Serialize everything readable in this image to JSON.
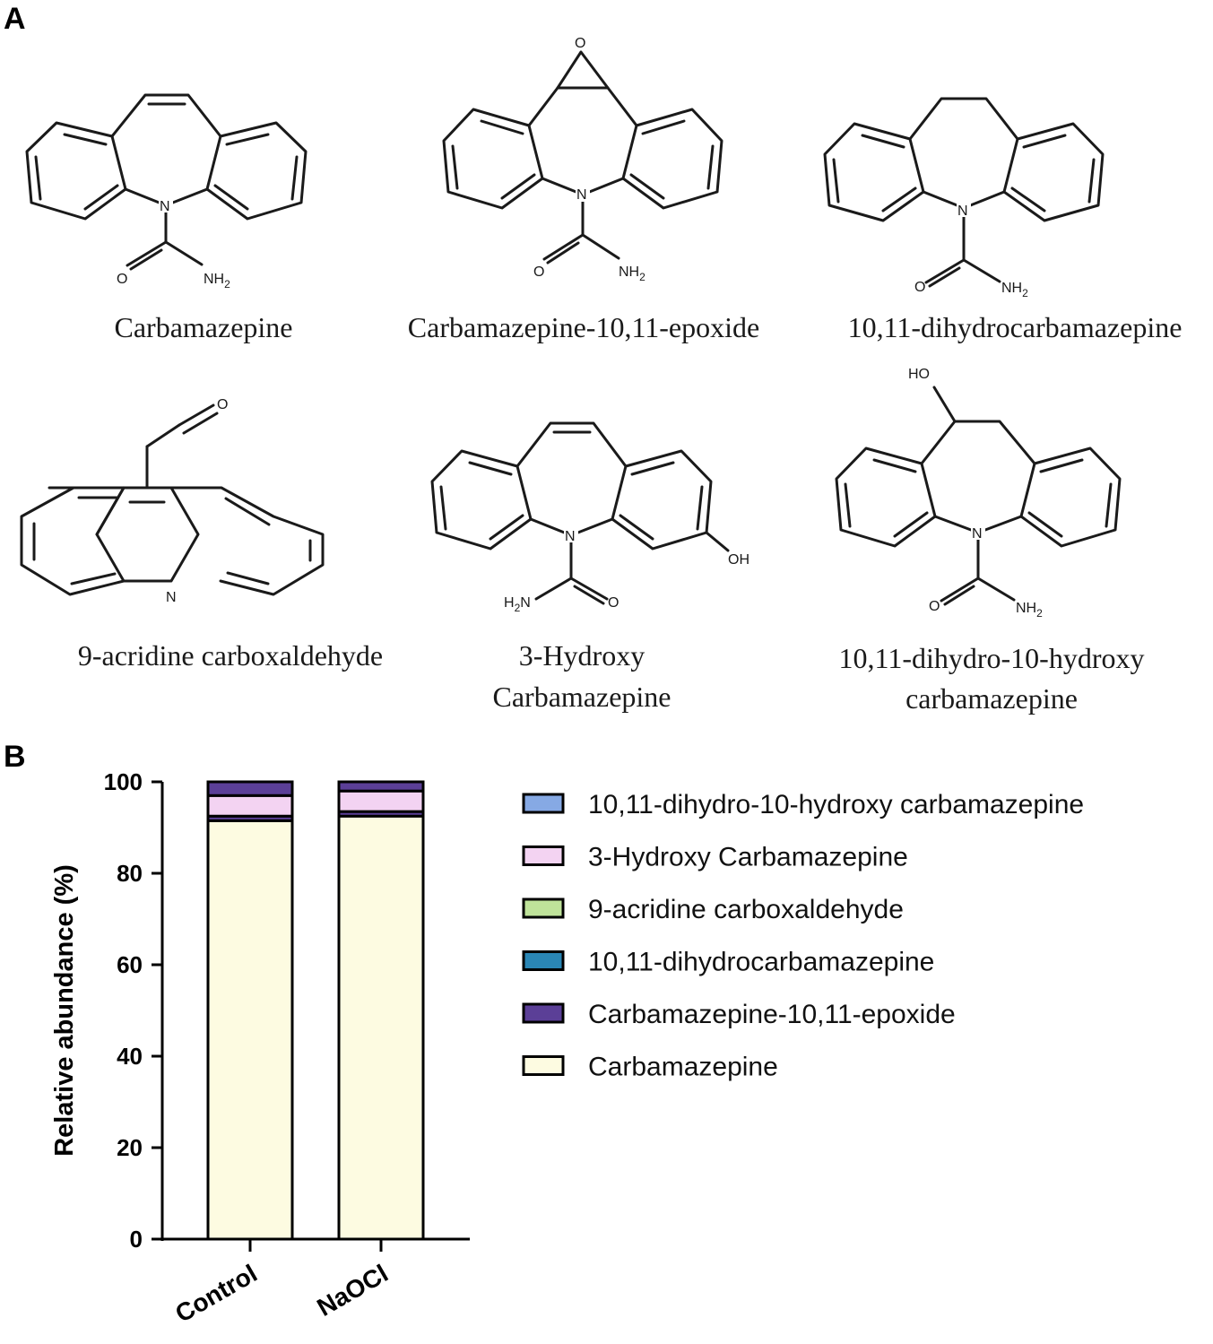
{
  "figure": {
    "panel_a_label": "A",
    "panel_b_label": "B"
  },
  "compounds": [
    {
      "id": "carbamazepine",
      "name_lines": [
        "Carbamazepine"
      ]
    },
    {
      "id": "epoxide",
      "name_lines": [
        "Carbamazepine-10,11-epoxide"
      ]
    },
    {
      "id": "dihydro",
      "name_lines": [
        "10,11-dihydrocarbamazepine"
      ]
    },
    {
      "id": "acridine",
      "name_lines": [
        "9-acridine carboxaldehyde"
      ]
    },
    {
      "id": "hydroxy3",
      "name_lines": [
        "3-Hydroxy",
        "Carbamazepine"
      ]
    },
    {
      "id": "dihydrohydroxy",
      "name_lines": [
        "10,11-dihydro-10-hydroxy",
        "carbamazepine"
      ]
    }
  ],
  "atoms": {
    "N": "N",
    "O": "O",
    "NH2": "NH2",
    "H2N": "H2N",
    "OH": "OH",
    "HO": "HO"
  },
  "chart_data": {
    "type": "bar",
    "stacked": true,
    "categories": [
      "Control",
      "NaOCl"
    ],
    "ylabel": "Relative abundance (%)",
    "xlabel": "",
    "ylim": [
      0,
      100
    ],
    "yticks": [
      0,
      20,
      40,
      60,
      80,
      100
    ],
    "legend_position": "right",
    "series": [
      {
        "name": "Carbamazepine",
        "color": "#fdfbe1",
        "values": [
          91.5,
          92.5
        ]
      },
      {
        "name": "Carbamazepine-10,11-epoxide",
        "color": "#5b3f97",
        "values": [
          1.0,
          1.0
        ]
      },
      {
        "name": "10,11-dihydrocarbamazepine",
        "color": "#2a86b5",
        "values": [
          0.0,
          0.0
        ]
      },
      {
        "name": "9-acridine carboxaldehyde",
        "color": "#bfe39a",
        "values": [
          0.0,
          0.0
        ]
      },
      {
        "name": "3-Hydroxy Carbamazepine",
        "color": "#f3d3f2",
        "values": [
          4.5,
          4.5
        ]
      },
      {
        "name": "10,11-dihydro-10-hydroxy carbamazepine",
        "color": "#86a9e4",
        "values": [
          0.0,
          0.0
        ]
      },
      {
        "name": "",
        "color": "#5b3f97",
        "values": [
          3.0,
          2.0
        ]
      }
    ],
    "legend_order": [
      "10,11-dihydro-10-hydroxy carbamazepine",
      "3-Hydroxy Carbamazepine",
      "9-acridine carboxaldehyde",
      "10,11-dihydrocarbamazepine",
      "Carbamazepine-10,11-epoxide",
      "Carbamazepine"
    ]
  }
}
